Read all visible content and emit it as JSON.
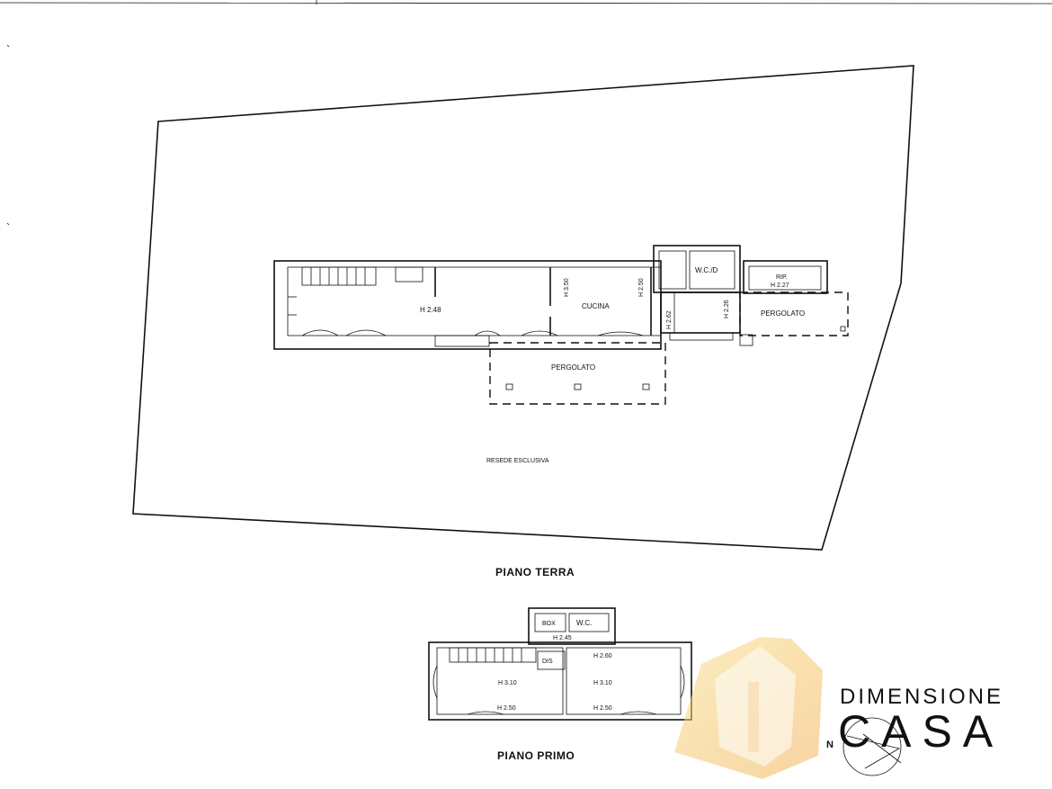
{
  "ground_floor": {
    "title": "PIANO TERRA",
    "rooms": {
      "main_height": "H 2.48",
      "wall_height_1": "H 3.50",
      "kitchen": "CUCINA",
      "kitchen_height": "H 2.50",
      "wc": "W.C./D",
      "storage": "RIP.",
      "storage_height": "H 2.27",
      "height_262": "H 2.62",
      "height_226": "H 2.26",
      "pergola_right": "PERGOLATO",
      "pergola_front": "PERGOLATO"
    },
    "yard": "RESEDE ESCLUSIVA"
  },
  "first_floor": {
    "title": "PIANO PRIMO",
    "rooms": {
      "box": "BOX",
      "wc": "W.C.",
      "upper_height": "H 2.45",
      "dis": "DIS",
      "height_260": "H 2.60",
      "left_height_top": "H 3.10",
      "left_height_bottom": "H 2.50",
      "right_height_top": "H 3.10",
      "right_height_bottom": "H 2.50"
    }
  },
  "north_label": "N",
  "watermark": {
    "line1": "DIMENSIONE",
    "line2": "CASA",
    "colors": {
      "orange": "#f3b055",
      "yellow": "#f8e08a",
      "gray": "#9a9a9a"
    },
    "icon": "house-logo-icon"
  }
}
